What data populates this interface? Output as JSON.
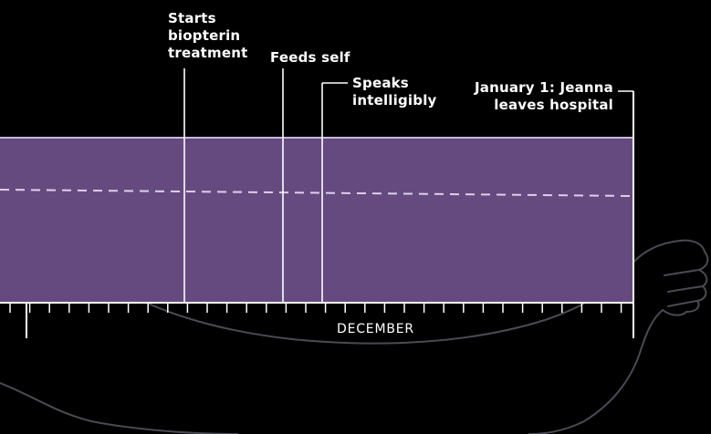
{
  "colors": {
    "background": "#000000",
    "band_fill": "#654a7f",
    "band_edge": "#c9b8d8",
    "dashed_line": "#ddd0ea",
    "text": "#ffffff",
    "figure_outline": "#4a4a55"
  },
  "timeline": {
    "month_label": "DECEMBER"
  },
  "milestones": [
    {
      "id": "biopterin",
      "lines": [
        "Starts",
        "biopterin",
        "treatment"
      ]
    },
    {
      "id": "feeds-self",
      "lines": [
        "Feeds self"
      ]
    },
    {
      "id": "speaks",
      "lines": [
        "Speaks",
        "intelligibly"
      ]
    },
    {
      "id": "leaves-hospital",
      "lines": [
        "January 1: Jeanna",
        "leaves hospital"
      ]
    }
  ],
  "illustration": {
    "icon": "reclining-figure-outline"
  }
}
